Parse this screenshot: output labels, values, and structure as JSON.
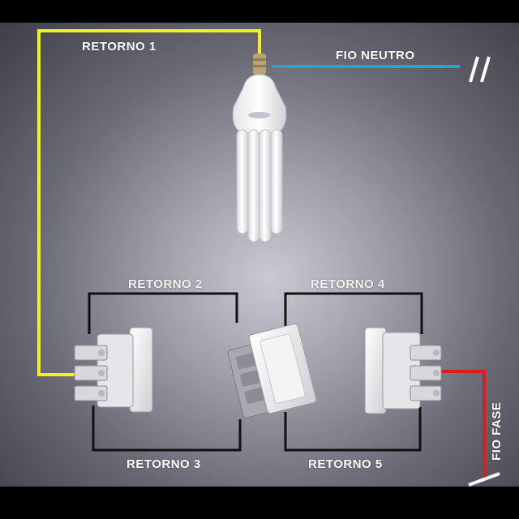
{
  "labels": {
    "retorno_1": "RETORNO 1",
    "fio_neutro": "FIO NEUTRO",
    "retorno_2": "RETORNO 2",
    "retorno_3": "RETORNO 3",
    "retorno_4": "RETORNO 4",
    "retorno_5": "RETORNO 5",
    "fio_fase": "FIO FASE"
  },
  "colors": {
    "retorno_1_wire": "#f2f21e",
    "neutro_wire": "#2a9fd8",
    "fase_wire": "#d81e1e",
    "retorno_wires": "#111111",
    "background": "#9e9ea9"
  },
  "icons": {
    "lamp": "cfl-bulb-icon",
    "left_switch": "three-way-switch-icon",
    "center_switch": "four-way-switch-icon",
    "right_switch": "three-way-switch-icon",
    "break_marks": "wire-break-icon"
  }
}
